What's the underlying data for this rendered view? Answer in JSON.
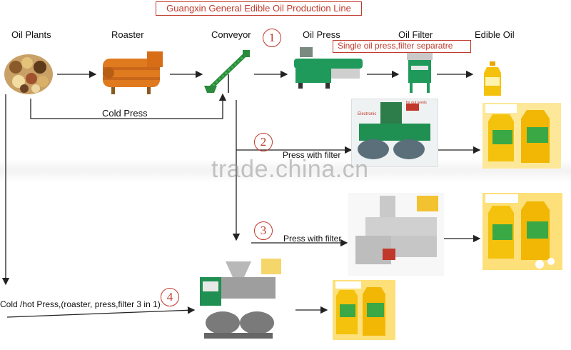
{
  "title": "Guangxin General Edible Oil Production Line",
  "stages": {
    "oil_plants": "Oil Plants",
    "roaster": "Roaster",
    "conveyor": "Conveyor",
    "oil_press": "Oil Press",
    "oil_filter": "Oil Filter",
    "edible_oil": "Edible Oil"
  },
  "cold_press": "Cold Press",
  "routes": [
    {
      "number": "1",
      "note": "Single oil press,filter separatre"
    },
    {
      "number": "2",
      "label": "Press with filter"
    },
    {
      "number": "3",
      "label": "Press with filter"
    },
    {
      "number": "4",
      "label": "Cold /hot Press,(roaster, press,filter 3 in 1)"
    }
  ],
  "photo_texts": {
    "route2_tag1": "for gut seeds",
    "route2_tag2": "Electronic"
  },
  "watermark": "trade.china.cn",
  "colors": {
    "accent_red": "#c0392b",
    "machine_green": "#1f9a5a",
    "roaster_orange": "#e07a1f",
    "oil_yellow": "#f4c20d"
  },
  "icons": [
    "nuts-seeds-icon",
    "roaster-icon",
    "conveyor-icon",
    "oil-press-icon",
    "oil-filter-icon",
    "oil-bottle-icon",
    "oil-press-with-filter-icon",
    "oil-bottles-pair-icon",
    "three-in-one-press-icon"
  ]
}
